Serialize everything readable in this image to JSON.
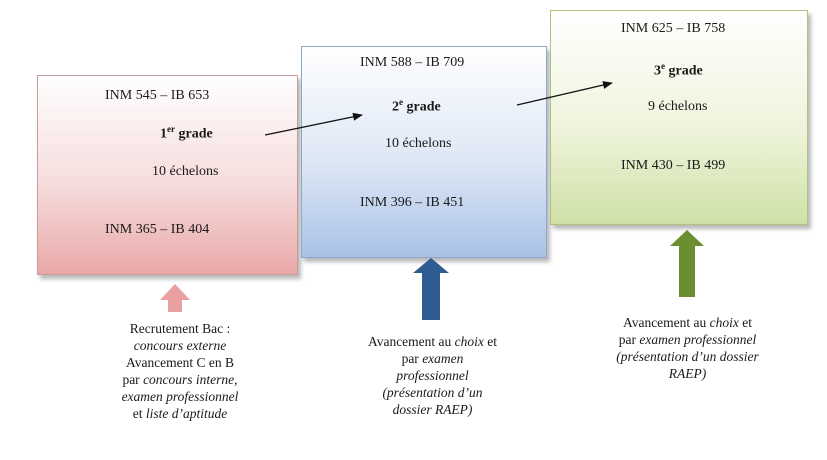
{
  "grades": [
    {
      "top": "INM 545 – IB 653",
      "grade_num": "1",
      "grade_sup": "er",
      "grade_word": " grade",
      "echelons": "10 échelons",
      "bottom": "INM 365 – IB 404"
    },
    {
      "top": "INM 588 – IB 709",
      "grade_num": "2",
      "grade_sup": "e",
      "grade_word": " grade",
      "echelons": "10 échelons",
      "bottom": "INM 396 – IB 451"
    },
    {
      "top": "INM 625 – IB 758",
      "grade_num": "3",
      "grade_sup": "e",
      "grade_word": " grade",
      "echelons": "9 échelons",
      "bottom": "INM 430 – IB 499"
    }
  ],
  "captions": {
    "c1": {
      "l1": "Recrutement Bac :",
      "l2": "concours externe",
      "l3": "Avancement C en B",
      "l4a": "par ",
      "l4b": "concours interne",
      ",l4c": ",",
      "l5": "examen professionnel",
      "l6a": "et ",
      "l6b": "liste d’aptitude"
    },
    "c2": {
      "l1a": "Avancement au ",
      "l1b": "choix",
      "l1c": " et",
      "l2a": "par ",
      "l2b": "examen",
      "l3": "professionnel",
      "l4": "(présentation d’un",
      "l5": "dossier RAEP)"
    },
    "c3": {
      "l1a": "Avancement au ",
      "l1b": "choix",
      "l1c": " et",
      "l2a": "par ",
      "l2b": "examen professionnel",
      "l3": "(présentation d’un dossier",
      "l4": "RAEP)"
    }
  },
  "colors": {
    "pink_arrow": "#e8a0a0",
    "blue_arrow": "#2e5c92",
    "green_arrow": "#6a8e30"
  }
}
